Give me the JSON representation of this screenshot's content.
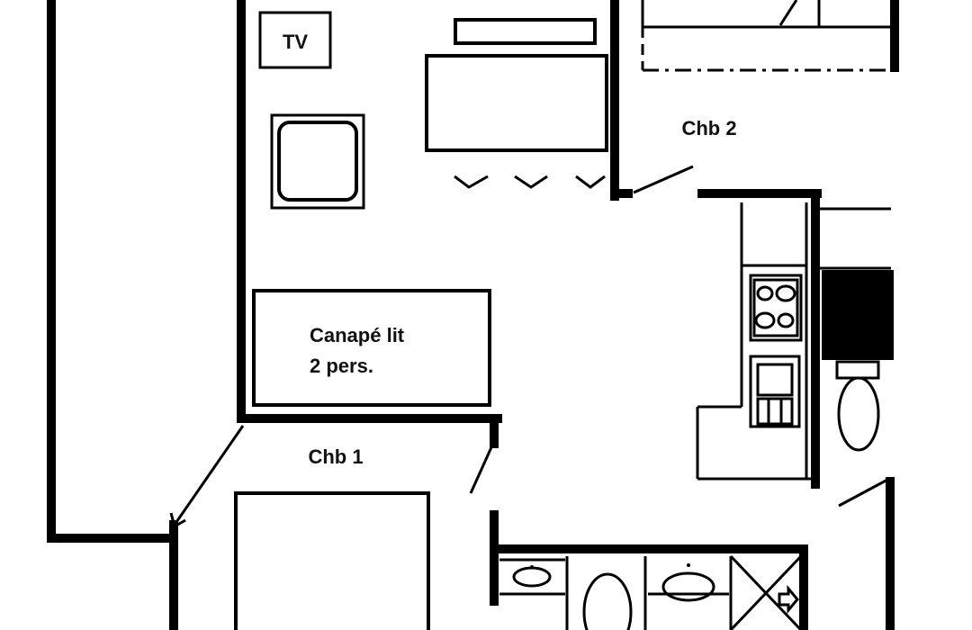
{
  "plan": {
    "labels": {
      "tv": "TV",
      "bedroom2": "Chb 2",
      "bedroom1": "Chb 1",
      "sofa_line1": "Canapé lit",
      "sofa_line2": "2 pers."
    }
  }
}
